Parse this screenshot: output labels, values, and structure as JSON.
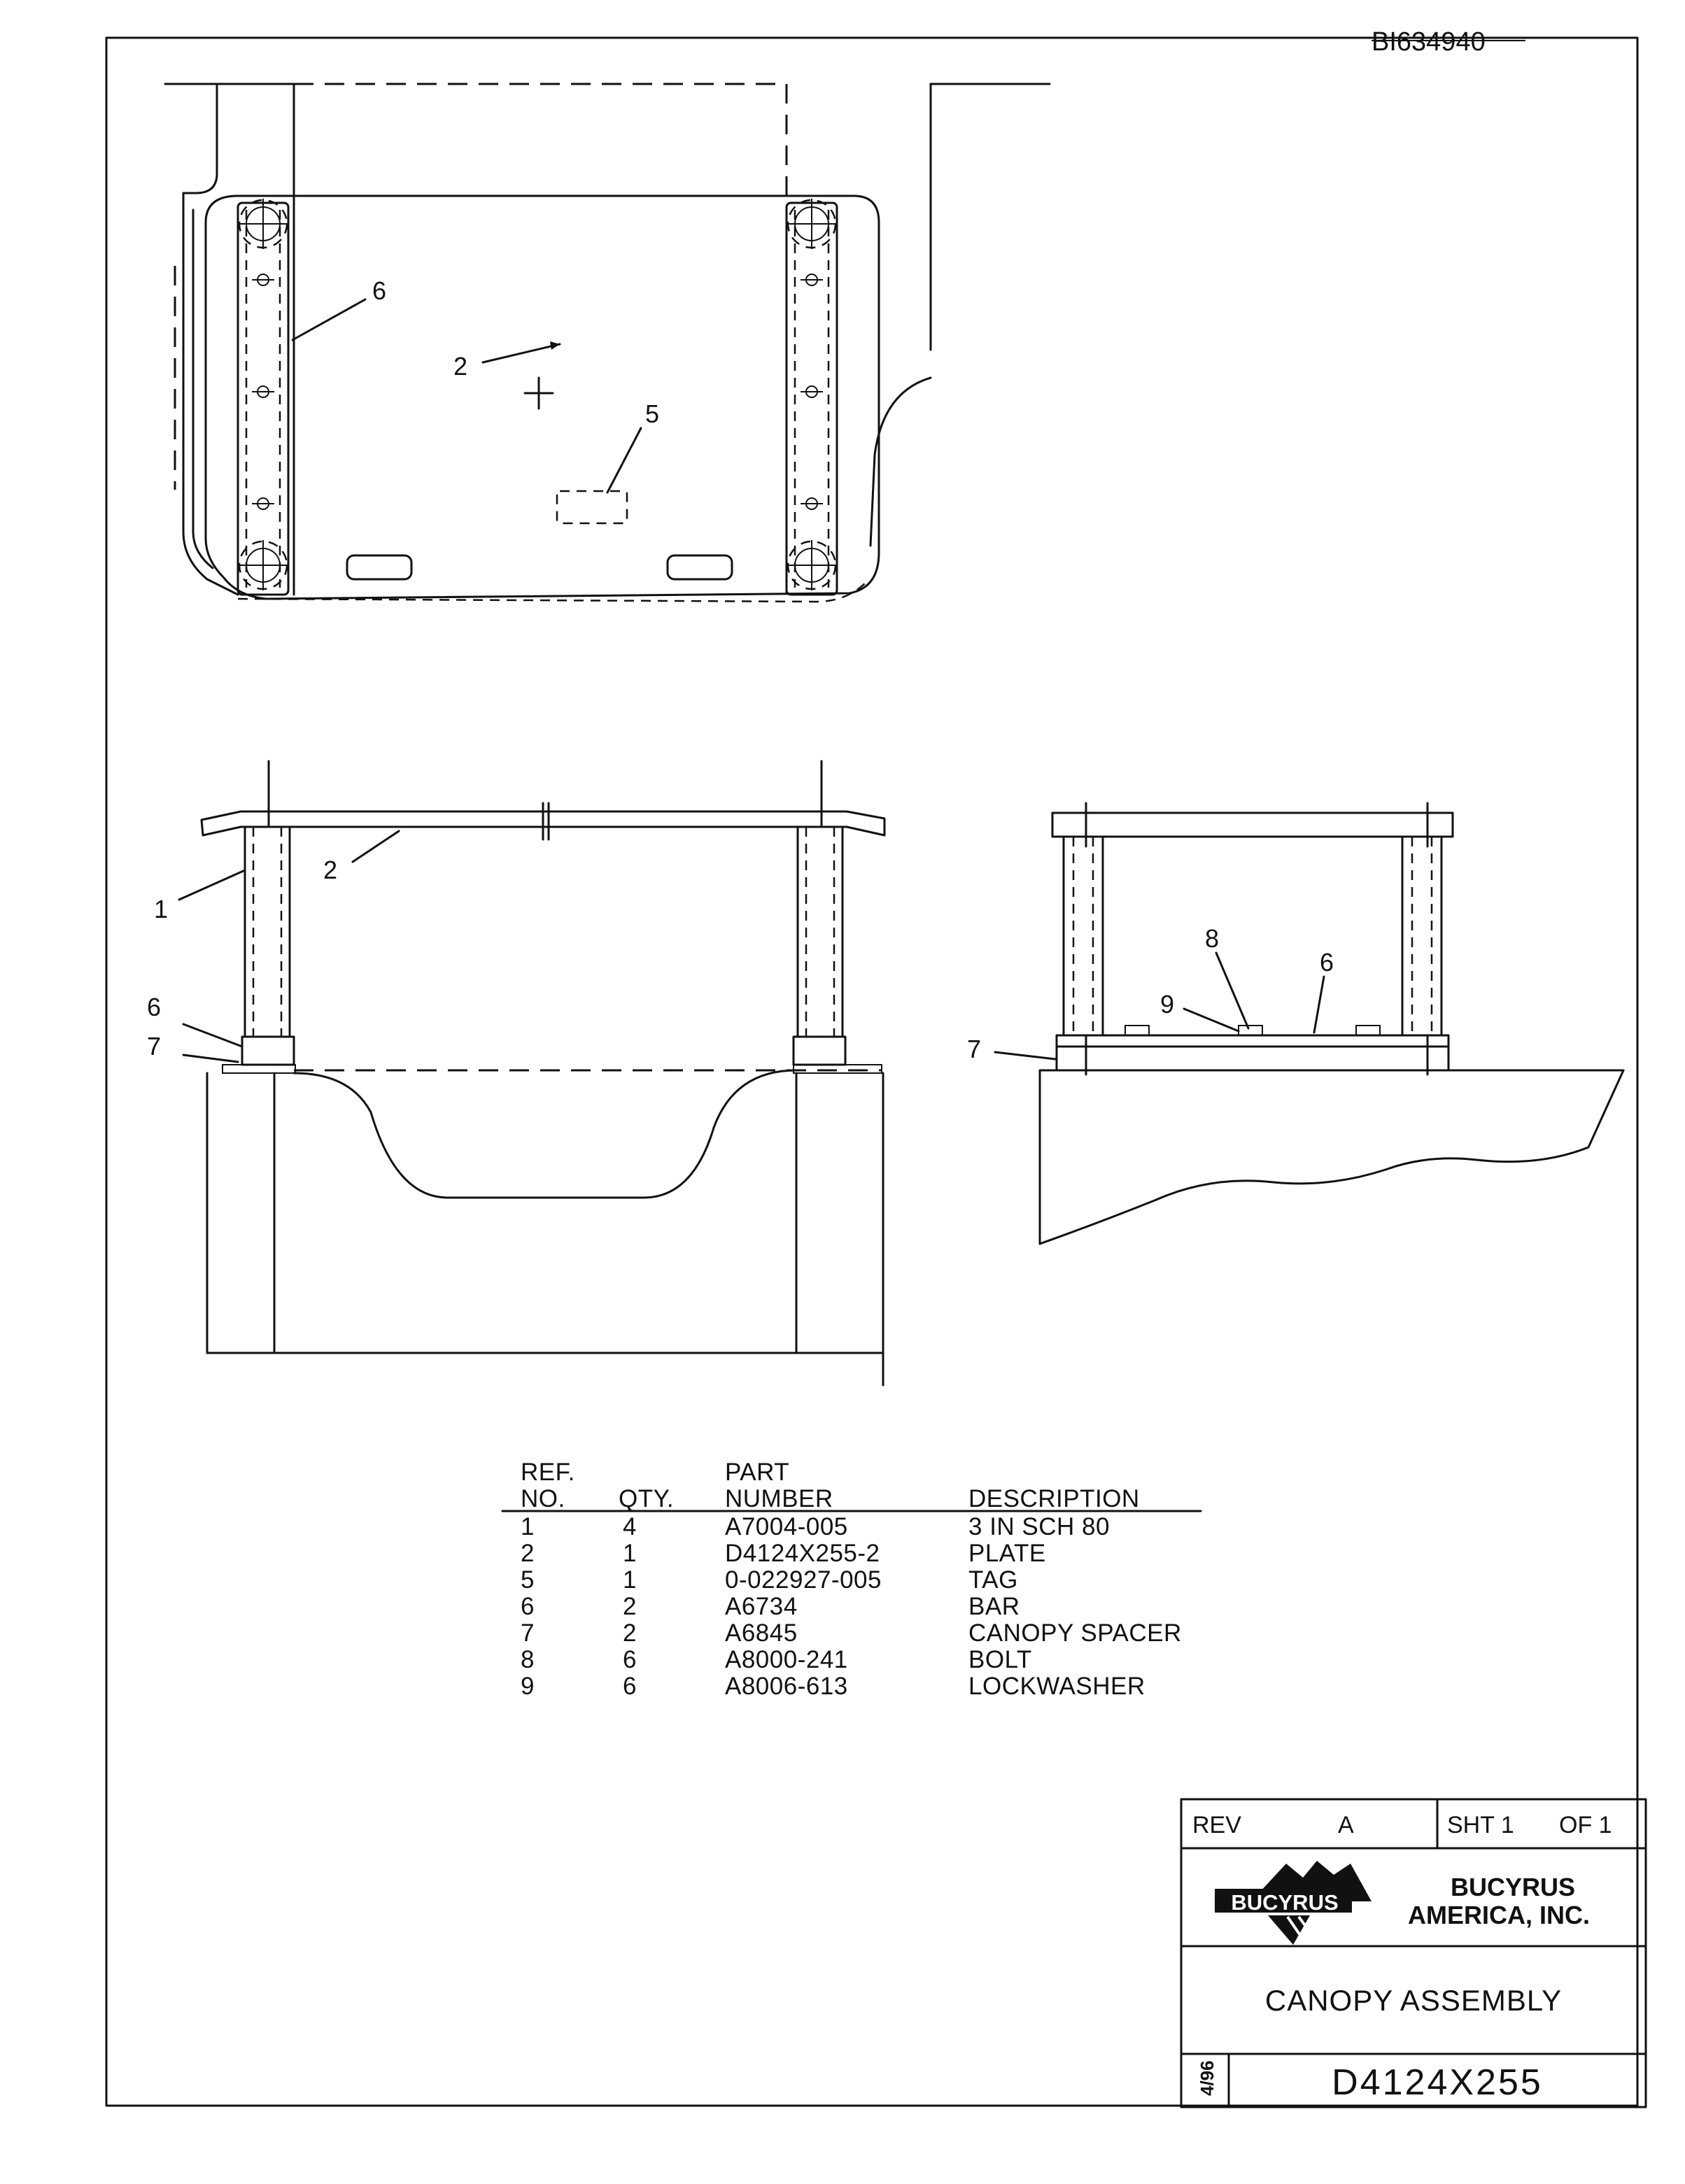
{
  "document_id": "BI634940",
  "callouts": {
    "plan_view": [
      "6",
      "2",
      "5"
    ],
    "front_view": [
      "2",
      "1",
      "6",
      "7"
    ],
    "side_view": [
      "8",
      "6",
      "9",
      "7"
    ]
  },
  "parts_table": {
    "headers": {
      "ref_line1": "REF.",
      "ref_line2": "NO.",
      "qty": "QTY.",
      "part_line1": "PART",
      "part_line2": "NUMBER",
      "description": "DESCRIPTION"
    },
    "rows": [
      {
        "ref": "1",
        "qty": "4",
        "part": "A7004-005",
        "description": "3 IN SCH 80"
      },
      {
        "ref": "2",
        "qty": "1",
        "part": "D4124X255-2",
        "description": "PLATE"
      },
      {
        "ref": "5",
        "qty": "1",
        "part": "0-022927-005",
        "description": "TAG"
      },
      {
        "ref": "6",
        "qty": "2",
        "part": "A6734",
        "description": "BAR"
      },
      {
        "ref": "7",
        "qty": "2",
        "part": "A6845",
        "description": "CANOPY SPACER"
      },
      {
        "ref": "8",
        "qty": "6",
        "part": "A8000-241",
        "description": "BOLT"
      },
      {
        "ref": "9",
        "qty": "6",
        "part": "A8006-613",
        "description": "LOCKWASHER"
      }
    ]
  },
  "title_block": {
    "rev_label": "REV",
    "rev_value": "A",
    "sheet": "SHT 1",
    "of": "OF 1",
    "logo_text": "BUCYRUS",
    "company_line1": "BUCYRUS",
    "company_line2": "AMERICA, INC.",
    "title": "CANOPY ASSEMBLY",
    "date": "4/96",
    "drawing_number": "D4124X255"
  }
}
